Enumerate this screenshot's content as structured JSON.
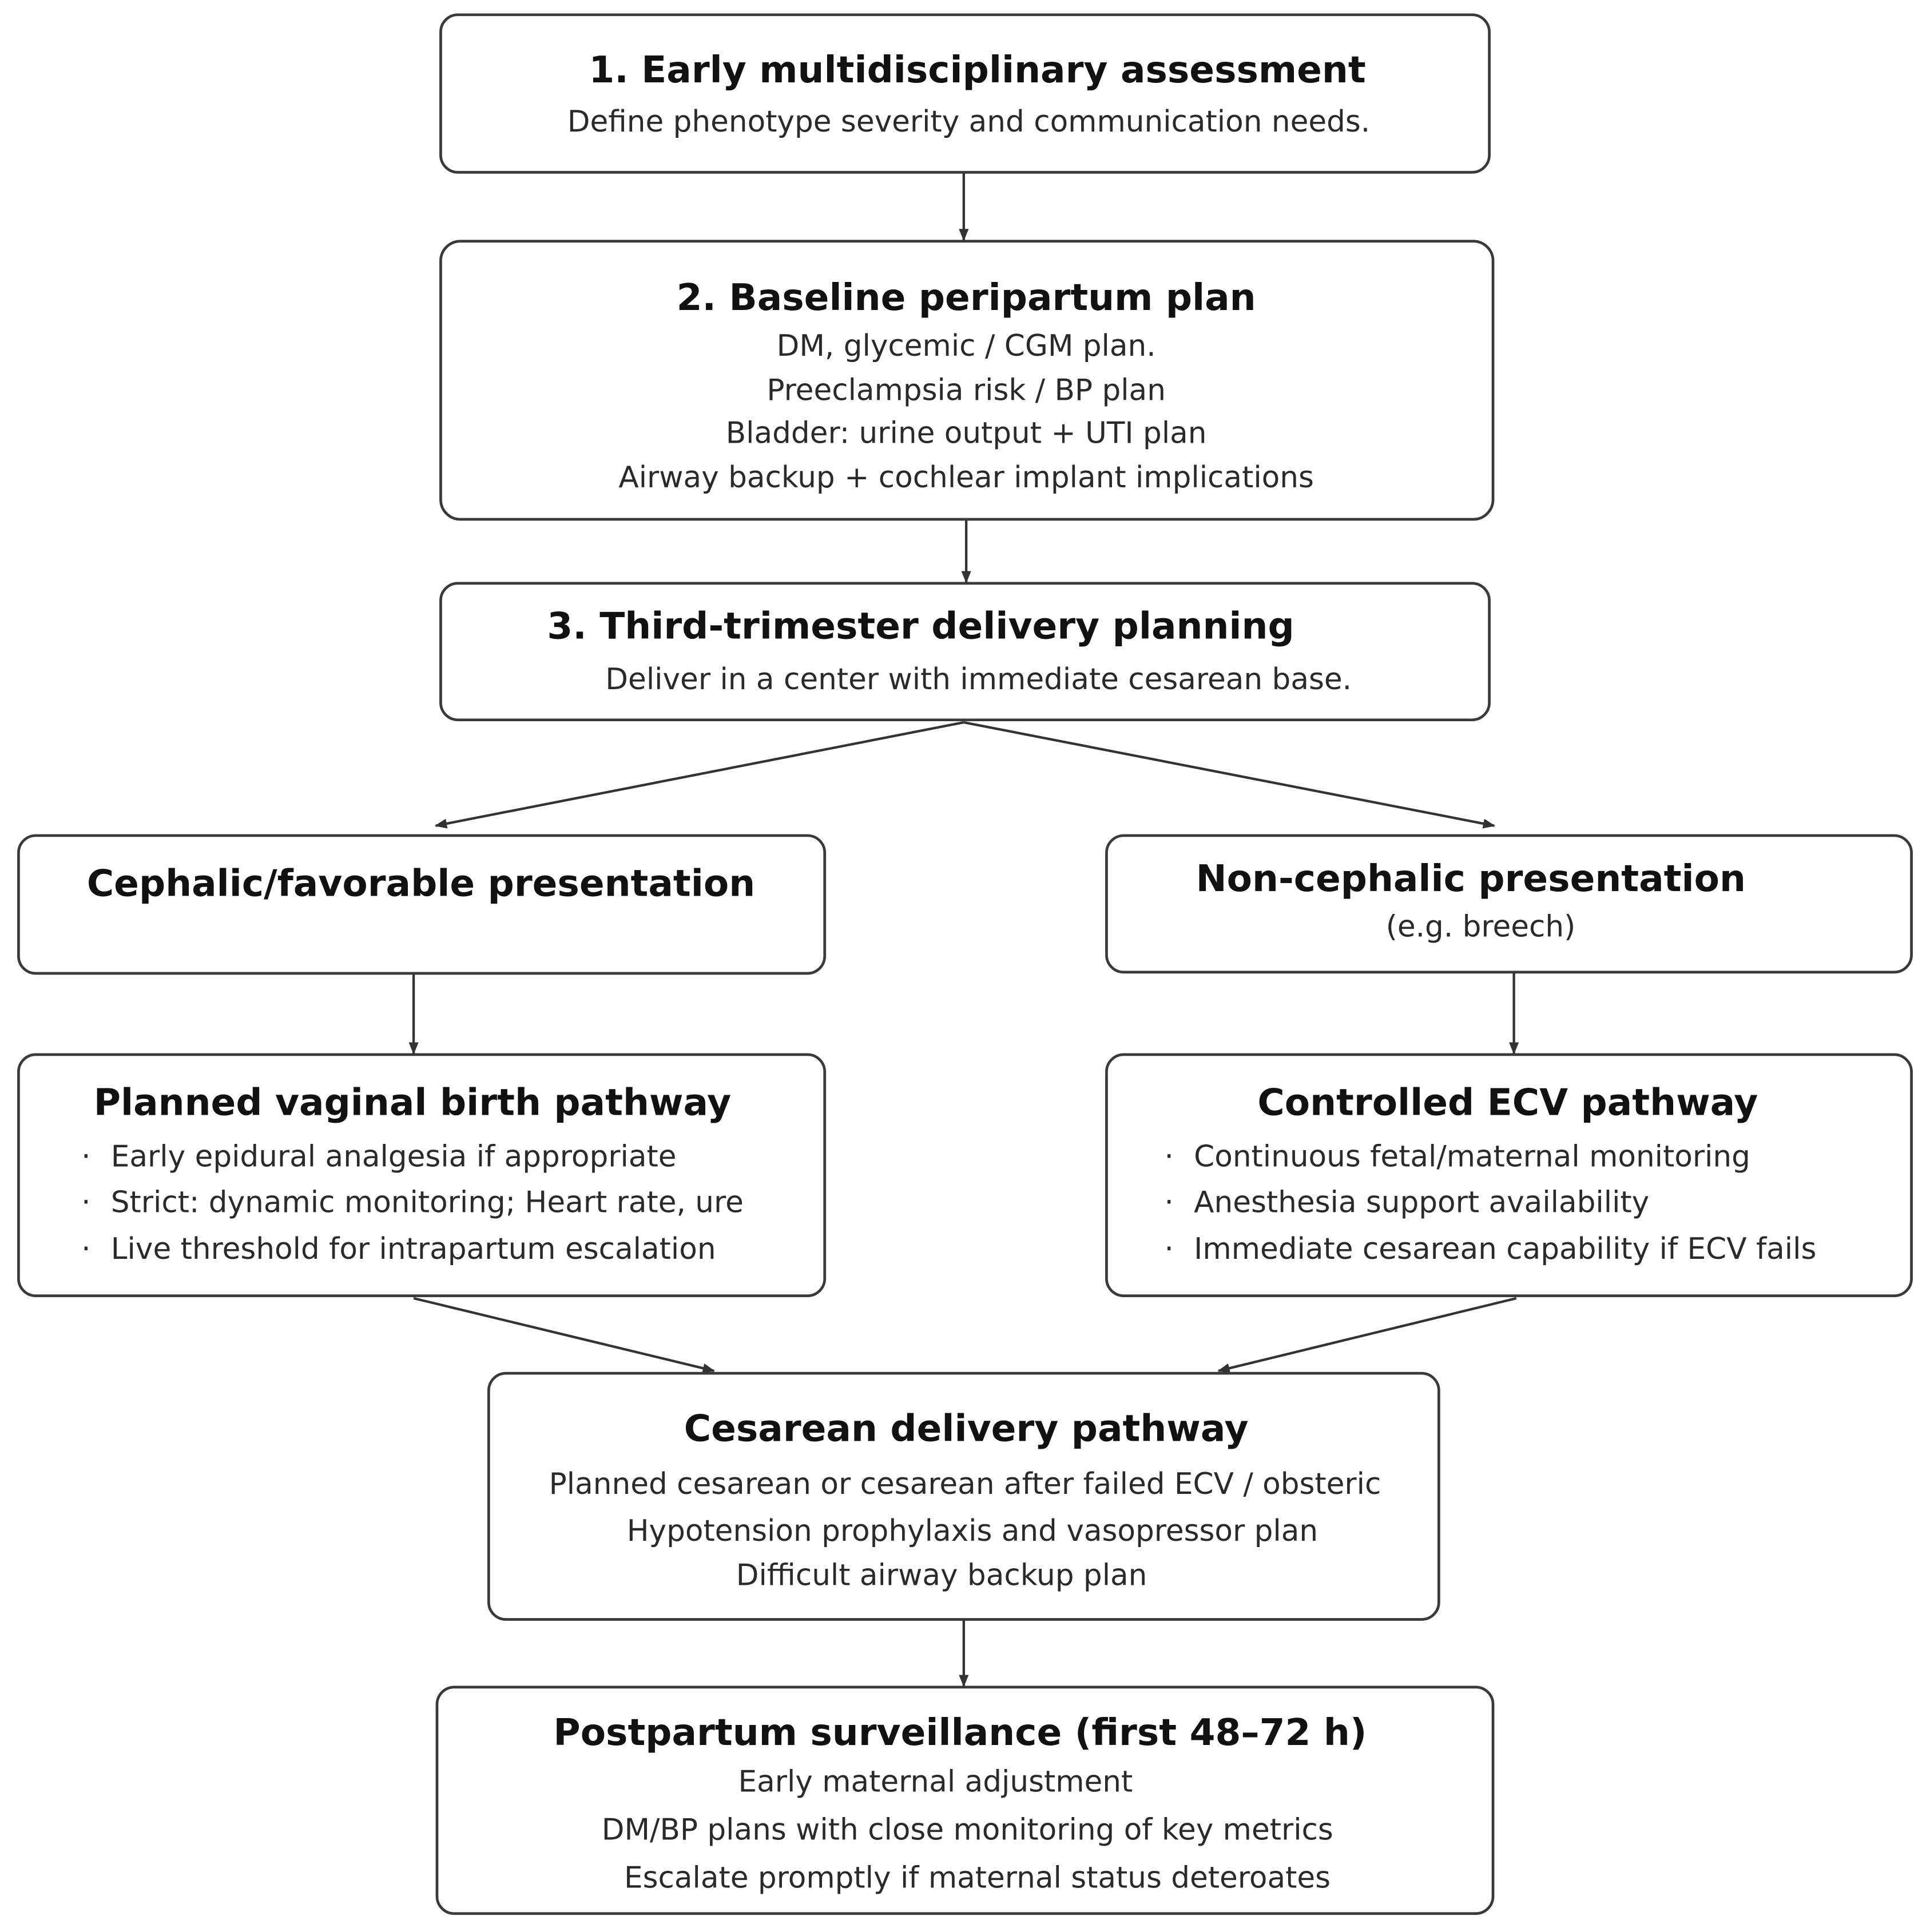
{
  "nodes": {
    "step1": {
      "title": "1. Early multidisciplinary assessment",
      "lines": [
        "Define phenotype severity and communication needs."
      ]
    },
    "step2": {
      "title": "2. Baseline peripartum plan",
      "lines": [
        "DM, glycemic / CGM plan.",
        "Preeclampsia risk / BP plan",
        "Bladder: urine output + UTI plan",
        "Airway backup + cochlear implant implications"
      ]
    },
    "step3": {
      "title": "3. Third-trimester delivery planning",
      "lines": [
        "Deliver in a center with immediate cesarean base."
      ]
    },
    "cephalic": {
      "title": "Cephalic/favorable presentation"
    },
    "noncephalic": {
      "title": "Non-cephalic presentation",
      "lines": [
        "(e.g. breech)"
      ]
    },
    "vaginal": {
      "title": "Planned vaginal birth pathway",
      "bullets": [
        "Early epidural analgesia if appropriate",
        "Strict: dynamic monitoring; Heart rate, ure",
        "Live threshold for intrapartum escalation"
      ]
    },
    "ecv": {
      "title": "Controlled ECV pathway",
      "bullets": [
        "Continuous fetal/maternal monitoring",
        "Anesthesia support availability",
        "Immediate cesarean capability if ECV fails"
      ]
    },
    "cesarean": {
      "title": "Cesarean delivery pathway",
      "lines": [
        "Planned cesarean or cesarean after failed ECV / obsteric",
        "Hypotension prophylaxis and vasopressor plan",
        "Difficult airway backup plan"
      ]
    },
    "postpartum": {
      "title": "Postpartum surveillance (first 48–72 h)",
      "lines": [
        "Early maternal adjustment",
        "DM/BP plans with close monitoring of key metrics",
        "Escalate promptly if maternal status deteroates"
      ]
    }
  },
  "bullet_glyph": "·",
  "edges": [
    [
      "step1",
      "step2"
    ],
    [
      "step2",
      "step3"
    ],
    [
      "step3",
      "cephalic"
    ],
    [
      "step3",
      "noncephalic"
    ],
    [
      "cephalic",
      "vaginal"
    ],
    [
      "noncephalic",
      "ecv"
    ],
    [
      "vaginal",
      "cesarean"
    ],
    [
      "ecv",
      "cesarean"
    ],
    [
      "cesarean",
      "postpartum"
    ]
  ]
}
